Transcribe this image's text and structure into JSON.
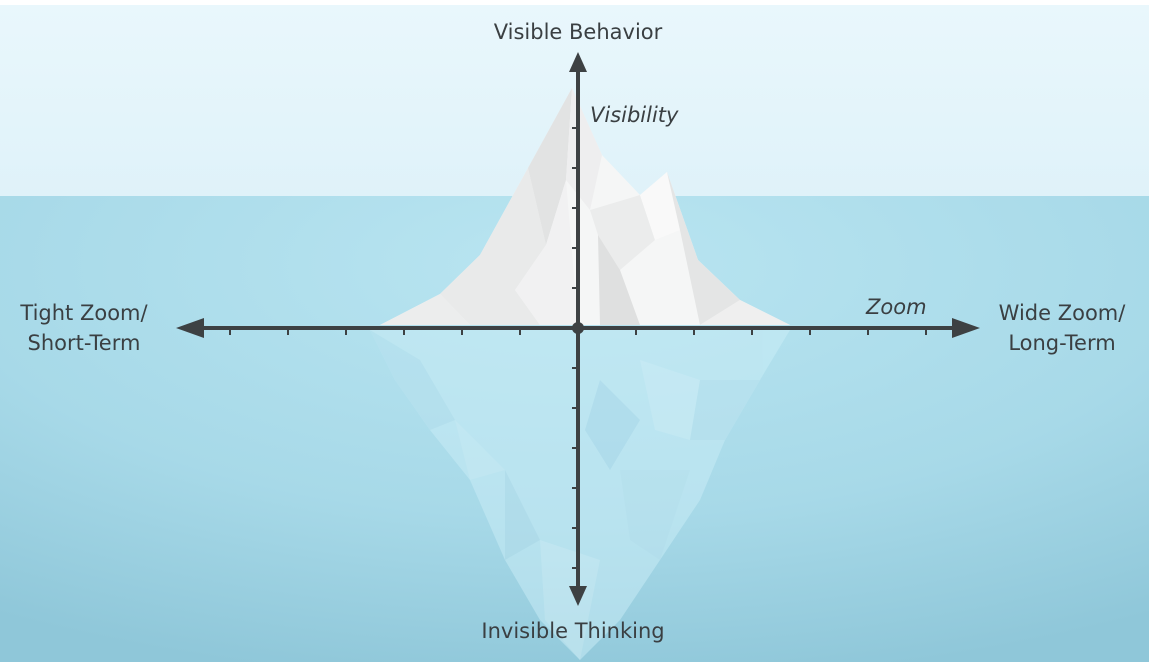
{
  "diagram": {
    "title_top": "Visible Behavior",
    "title_bottom": "Invisible Thinking",
    "left_label_line1": "Tight Zoom/",
    "left_label_line2": "Short-Term",
    "right_label_line1": "Wide Zoom/",
    "right_label_line2": "Long-Term",
    "vertical_axis_name": "Visibility",
    "horizontal_axis_name": "Zoom"
  },
  "colors": {
    "sky": "#e6f6fc",
    "water": "#a9dbe9",
    "water_deep": "#8fcbdc",
    "axis": "#3d4143",
    "ice_light": "#f7f8f8",
    "ice_shadow": "#dcdede",
    "ice_underwater": "#c6eaf5"
  },
  "icons": {
    "arrows": [
      "arrow-up-icon",
      "arrow-down-icon",
      "arrow-left-icon",
      "arrow-right-icon"
    ]
  }
}
